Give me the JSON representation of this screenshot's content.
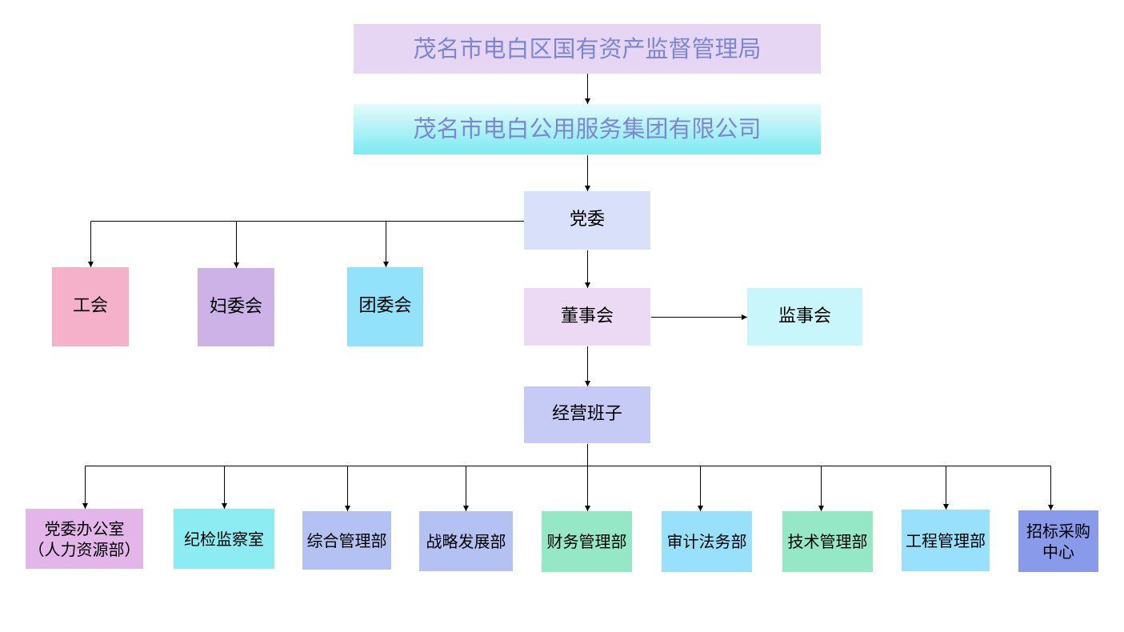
{
  "nodes": {
    "bureau": {
      "label": "茂名市电白区国有资产监督管理局",
      "fill": "#e6d6f3"
    },
    "company": {
      "label": "茂名市电白公用服务集团有限公司",
      "gradient": [
        "#e4fbfc",
        "#7be9f2"
      ]
    },
    "party": {
      "label": "党委",
      "fill": "#d9e0f9"
    },
    "union": {
      "label": "工会",
      "fill": "#f5b0ca"
    },
    "women": {
      "label": "妇委会",
      "fill": "#cdb2e8"
    },
    "youth": {
      "label": "团委会",
      "fill": "#93e2fb"
    },
    "board": {
      "label": "董事会",
      "fill": "#ecd9f3"
    },
    "supervise": {
      "label": "监事会",
      "fill": "#c8f6fa"
    },
    "mgmt": {
      "label": "经营班子",
      "fill": "#c5cbf5"
    }
  },
  "departments": [
    {
      "lines": [
        "党委办公室",
        "（人力资源部）"
      ],
      "fill": "#e3b5e9"
    },
    {
      "lines": [
        "纪检监察室"
      ],
      "fill": "#8decf2"
    },
    {
      "lines": [
        "综合管理部"
      ],
      "fill": "#b3c2f2"
    },
    {
      "lines": [
        "战略发展部"
      ],
      "fill": "#b3c2f2"
    },
    {
      "lines": [
        "财务管理部"
      ],
      "fill": "#95e8c5"
    },
    {
      "lines": [
        "审计法务部"
      ],
      "fill": "#98e0fb"
    },
    {
      "lines": [
        "技术管理部"
      ],
      "fill": "#95e8c5"
    },
    {
      "lines": [
        "工程管理部"
      ],
      "fill": "#98e0fb"
    },
    {
      "lines": [
        "招标采购",
        "中心"
      ],
      "fill": "#8a9aeb"
    }
  ],
  "colors": {
    "top_text": "#7b86d6",
    "connector": "#000000"
  }
}
